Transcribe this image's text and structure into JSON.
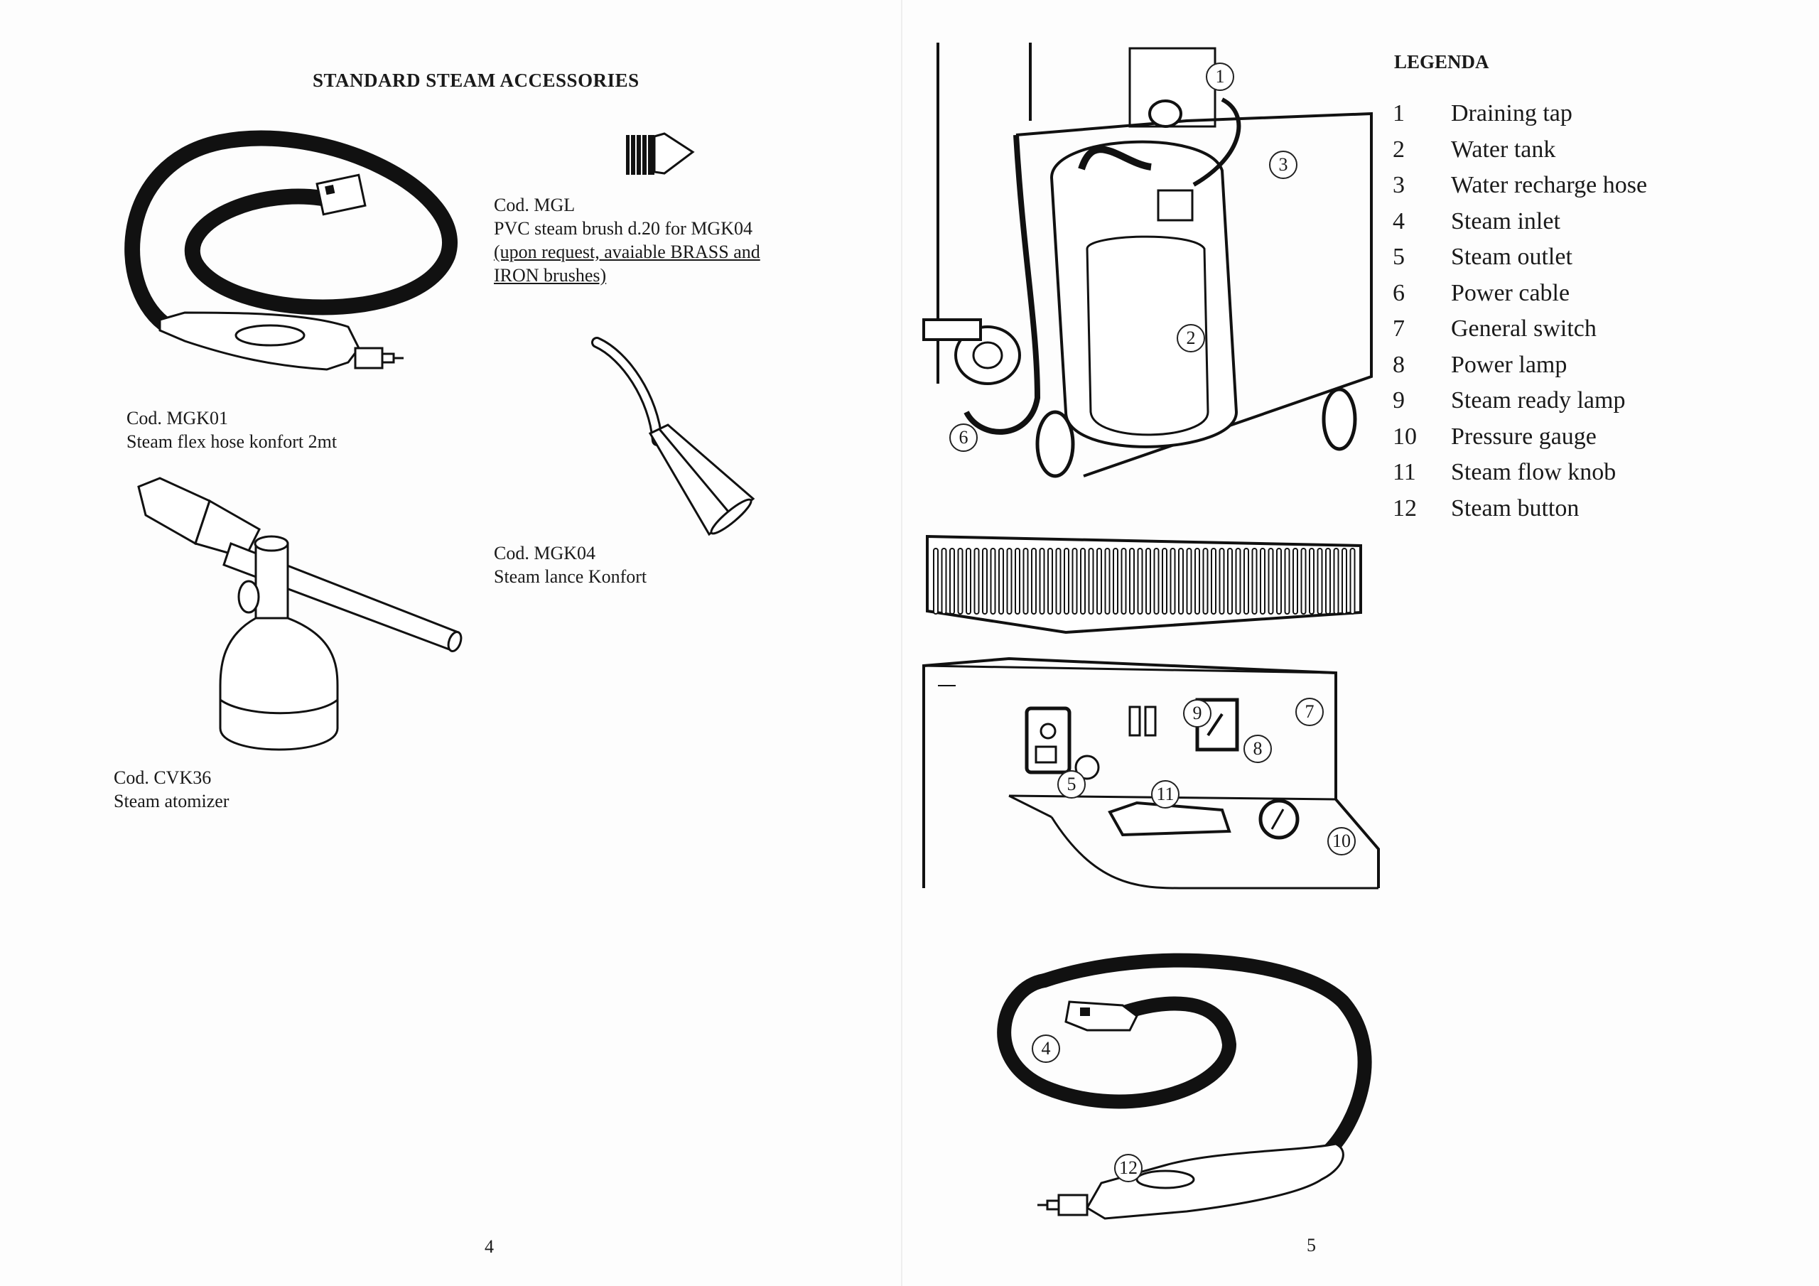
{
  "left_page": {
    "heading": "STANDARD STEAM ACCESSORIES",
    "accessories": [
      {
        "code": "Cod. MGK01",
        "description": "Steam flex hose konfort 2mt"
      },
      {
        "code": "Cod. MGL",
        "description": "PVC steam brush d.20 for MGK04",
        "note_line1": "(upon request, avaiable BRASS and",
        "note_line2": "IRON brushes)"
      },
      {
        "code": "Cod. MGK04",
        "description": "Steam lance Konfort"
      },
      {
        "code": "Cod. CVK36",
        "description": "Steam atomizer"
      }
    ],
    "page_number": "4"
  },
  "right_page": {
    "legend_title": "LEGENDA",
    "legend": [
      {
        "num": "1",
        "label": "Draining tap"
      },
      {
        "num": "2",
        "label": "Water tank"
      },
      {
        "num": "3",
        "label": "Water recharge hose"
      },
      {
        "num": "4",
        "label": "Steam inlet"
      },
      {
        "num": "5",
        "label": "Steam outlet"
      },
      {
        "num": "6",
        "label": "Power cable"
      },
      {
        "num": "7",
        "label": "General switch"
      },
      {
        "num": "8",
        "label": "Power lamp"
      },
      {
        "num": "9",
        "label": "Steam ready lamp"
      },
      {
        "num": "10",
        "label": "Pressure gauge"
      },
      {
        "num": "11",
        "label": "Steam flow knob"
      },
      {
        "num": "12",
        "label": "Steam button"
      }
    ],
    "page_number": "5"
  }
}
